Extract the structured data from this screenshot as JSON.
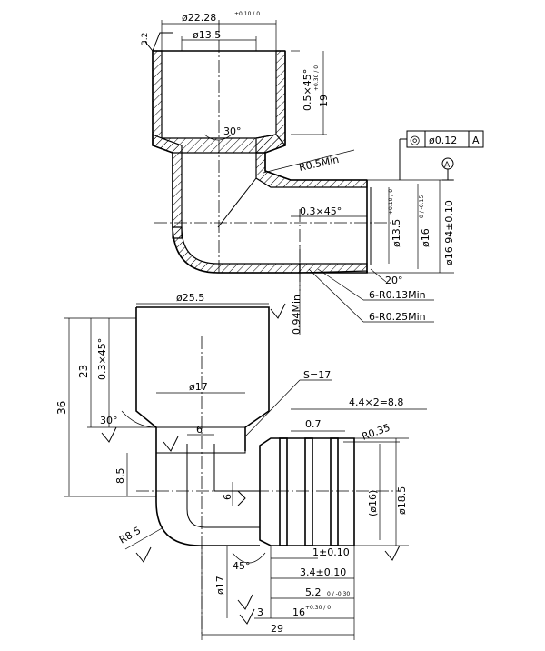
{
  "upper_view": {
    "surface_mark": "3.2",
    "dim_outer_dia": "ø22.28",
    "dim_outer_dia_tol": "+0.10 / 0",
    "dim_inner_dia": "ø13.5",
    "dim_chamfer": "0.5×45°",
    "dim_depth": "19",
    "dim_depth_tol": "+0.30 / 0",
    "angle_30": "30°",
    "radius_min": "R0.5Min",
    "feature_frame": {
      "symbol": "◎",
      "tolerance": "ø0.12",
      "datum": "A"
    },
    "datum_label": "A",
    "dim_chamfer2": "0.3×45°",
    "dim_bore": "ø13.5",
    "dim_bore_tol": "+0.10 / 0",
    "dim_dia16": "ø16",
    "dim_dia16_tol": "0 / -0.15",
    "dim_dia1694": "ø16.94±0.10",
    "angle_20": "20°",
    "radius_r013": "6-R0.13Min",
    "radius_r025": "6-R0.25Min",
    "wall_min": "0.94Min"
  },
  "lower_view": {
    "dim_dia255": "ø25.5",
    "dim_chamfer": "0.3×45°",
    "dim_23": "23",
    "dim_36": "36",
    "angle_30": "30°",
    "dim_s17": "S=17",
    "dim_dia17_top": "ø17",
    "dim_6_top": "6",
    "dim_44x2": "4.4×2=8.8",
    "dim_07": "0.7",
    "radius_r035": "R0.35",
    "dim_85": "8.5",
    "dim_6_side": "6",
    "dim_16_ref": "(ø16)",
    "dim_185": "ø18.5",
    "radius_r85": "R8.5",
    "angle_45": "45°",
    "dim_1": "1±0.10",
    "dim_34": "3.4±0.10",
    "dim_52": "5.2",
    "dim_52_tol": "0 / -0.30",
    "dim_dia17_bot": "ø17",
    "dim_3": "3",
    "dim_16": "16",
    "dim_16_tol": "+0.30 / 0",
    "dim_29": "29"
  }
}
